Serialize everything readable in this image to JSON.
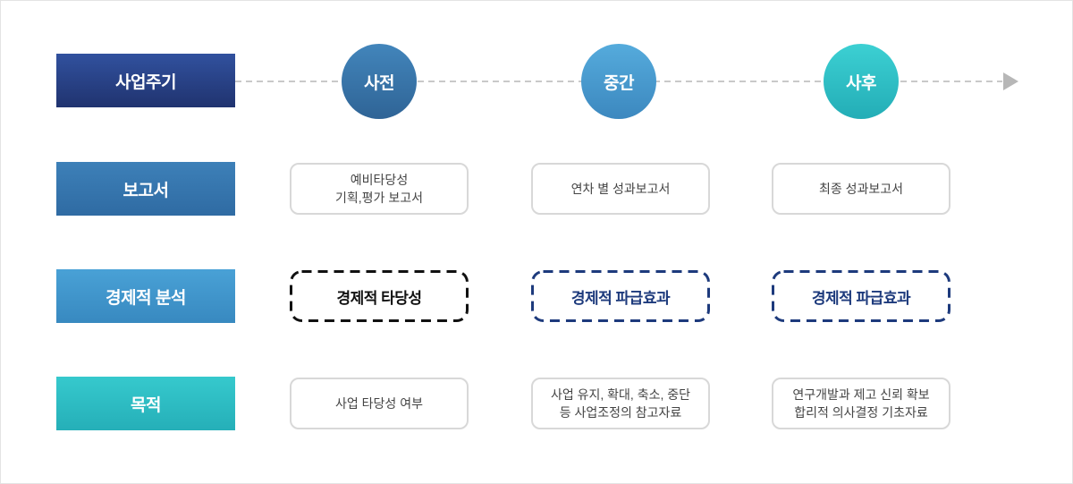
{
  "colors": {
    "cycle_header_gradient": [
      "#31519e",
      "#20336f"
    ],
    "report_header_gradient": [
      "#3d80b8",
      "#2f6ba3"
    ],
    "econ_header_gradient": [
      "#49a1d6",
      "#3889c0"
    ],
    "purpose_header_gradient": [
      "#36c9cd",
      "#25afb8"
    ],
    "stage_pre": "#3a78ab",
    "stage_mid": "#4aa0d5",
    "stage_post": "#30c6cb",
    "dashed_box_navy": "#1d3a7c",
    "dashed_box_black": "#111111",
    "plain_box_border": "#d8d8d8",
    "plain_box_text": "#444444",
    "timeline_dash": "#c9c9c9",
    "timeline_arrow": "#b7b7b7"
  },
  "cycle": {
    "header": "사업주기",
    "stages": [
      {
        "label": "사전"
      },
      {
        "label": "중간"
      },
      {
        "label": "사후"
      }
    ]
  },
  "rows": [
    {
      "label": "보고서",
      "cells": [
        {
          "style": "plain",
          "lines": [
            "예비타당성",
            "기획,평가 보고서"
          ]
        },
        {
          "style": "plain",
          "lines": [
            "연차 별 성과보고서"
          ]
        },
        {
          "style": "plain",
          "lines": [
            "최종 성과보고서"
          ]
        }
      ]
    },
    {
      "label": "경제적 분석",
      "cells": [
        {
          "style": "dashed-black",
          "lines": [
            "경제적 타당성"
          ]
        },
        {
          "style": "dashed-navy",
          "lines": [
            "경제적 파급효과"
          ]
        },
        {
          "style": "dashed-navy",
          "lines": [
            "경제적 파급효과"
          ]
        }
      ]
    },
    {
      "label": "목적",
      "cells": [
        {
          "style": "plain",
          "lines": [
            "사업 타당성 여부"
          ]
        },
        {
          "style": "plain",
          "lines": [
            "사업 유지, 확대, 축소, 중단",
            "등 사업조정의 참고자료"
          ]
        },
        {
          "style": "plain",
          "lines": [
            "연구개발과 제고 신뢰 확보",
            "합리적 의사결정 기초자료"
          ]
        }
      ]
    }
  ]
}
